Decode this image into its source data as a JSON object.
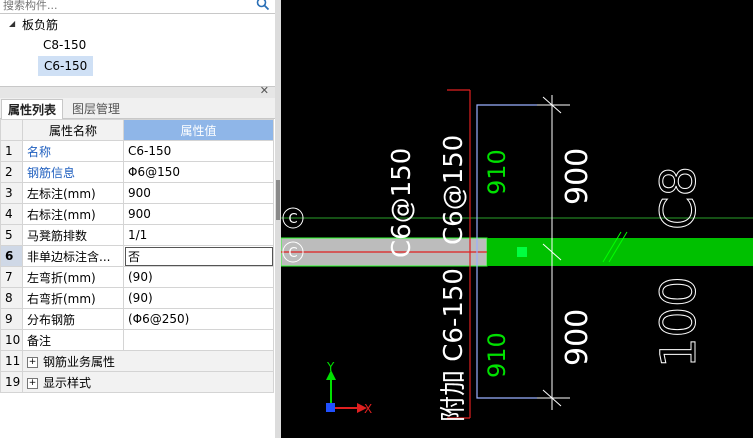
{
  "search": {
    "placeholder": "搜索构件..."
  },
  "tree": {
    "root_label": "板负筋",
    "items": [
      {
        "label": "C8-150"
      },
      {
        "label": "C6-150"
      }
    ]
  },
  "tabs": [
    {
      "label": "属性列表"
    },
    {
      "label": "图层管理"
    }
  ],
  "properties": {
    "headers": {
      "name": "属性名称",
      "value": "属性值"
    },
    "rows": [
      {
        "num": "1",
        "name": "名称",
        "value": "C6-150"
      },
      {
        "num": "2",
        "name": "钢筋信息",
        "value": "Φ6@150"
      },
      {
        "num": "3",
        "name": "左标注(mm)",
        "value": "900"
      },
      {
        "num": "4",
        "name": "右标注(mm)",
        "value": "900"
      },
      {
        "num": "5",
        "name": "马凳筋排数",
        "value": "1/1"
      },
      {
        "num": "6",
        "name": "非单边标注含...",
        "value": "否"
      },
      {
        "num": "7",
        "name": "左弯折(mm)",
        "value": "(90)"
      },
      {
        "num": "8",
        "name": "右弯折(mm)",
        "value": "(90)"
      },
      {
        "num": "9",
        "name": "分布钢筋",
        "value": "(Φ6@250)"
      },
      {
        "num": "10",
        "name": "备注",
        "value": ""
      },
      {
        "num": "11",
        "name": "钢筋业务属性",
        "value": ""
      },
      {
        "num": "19",
        "name": "显示样式",
        "value": ""
      }
    ]
  },
  "canvas": {
    "texts": {
      "c6_150_a": "C6@150",
      "c6_150_b": "C6@150",
      "label_left": "附加 C6-150",
      "dim_top": "900",
      "dim_bottom": "900",
      "green_top": "910",
      "green_bottom": "910",
      "far_top": "C8",
      "far_bottom": "100",
      "axis_c1": "C",
      "axis_c2": "C",
      "ucs_x": "X",
      "ucs_y": "Y"
    },
    "colors": {
      "background": "#000000",
      "rebar_green": "#00c000",
      "dim_white": "#ffffff",
      "axis_red": "#e02020"
    }
  }
}
